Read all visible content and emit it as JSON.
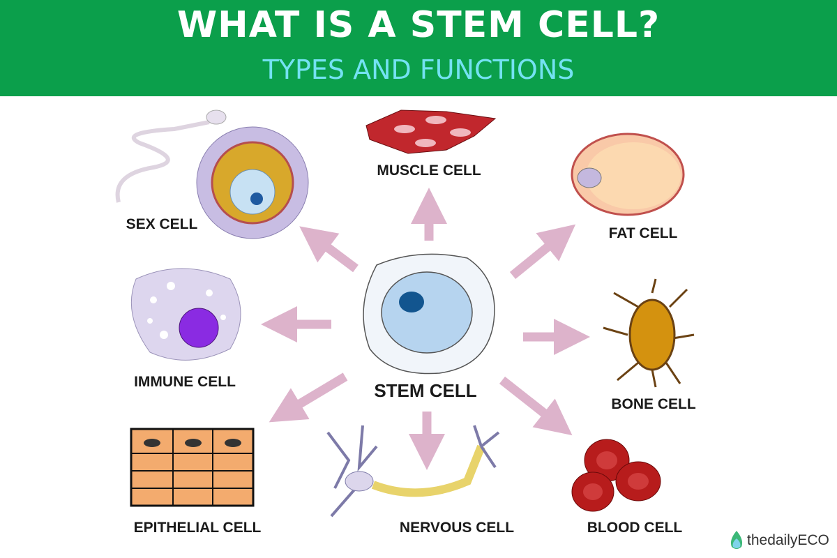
{
  "header": {
    "title": "WHAT IS A STEM CELL?",
    "subtitle": "TYPES AND FUNCTIONS"
  },
  "center": {
    "label": "STEM CELL"
  },
  "cells": {
    "muscle": "MUSCLE CELL",
    "sex": "SEX CELL",
    "fat": "FAT CELL",
    "immune": "IMMUNE CELL",
    "bone": "BONE CELL",
    "epithelial": "EPITHELIAL CELL",
    "nervous": "NERVOUS CELL",
    "blood": "BLOOD CELL"
  },
  "logo": {
    "text": "thedailyECO"
  },
  "colors": {
    "header": "#0b9f4b",
    "subtitle": "#74e2f2",
    "arrow": "#ddb3cb"
  }
}
